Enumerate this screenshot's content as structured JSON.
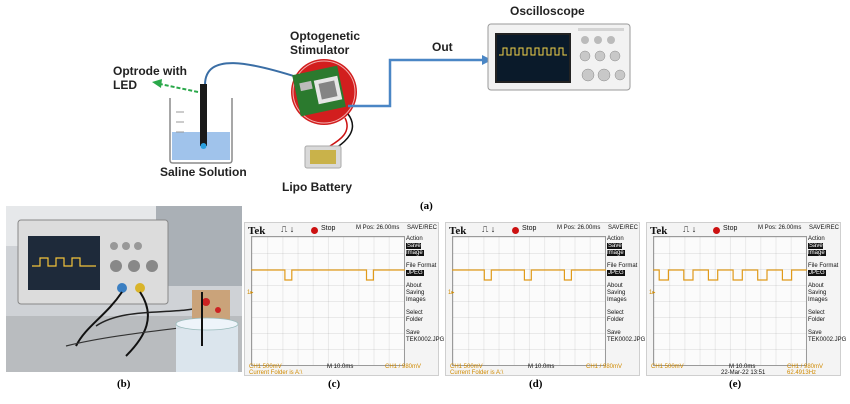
{
  "panel_a": {
    "labels": {
      "optrode": "Optrode with LED",
      "saline": "Saline Solution",
      "stimulator": "Optogenetic Stimulator",
      "battery": "Lipo Battery",
      "out": "Out",
      "oscilloscope": "Oscilloscope"
    },
    "caption": "(a)"
  },
  "captions": {
    "b": "(b)",
    "c": "(c)",
    "d": "(d)",
    "e": "(e)"
  },
  "colors": {
    "cable": "#3a6ea5",
    "arrow": "#4a86c5",
    "trace": "#e09a1a",
    "liquid": "#8fb8e8",
    "led": "#2aa84a",
    "stimulator": "#d21e1e"
  },
  "scopes": [
    {
      "id": "c",
      "brand": "Tek",
      "status": "Stop",
      "mpos": "M Pos: 26.00ms",
      "mode": "SAVE/REC",
      "menu": [
        "Action",
        "Save Image",
        "File Format",
        "JPEG",
        "About Saving Images",
        "Select Folder",
        "Save TEK0002.JPG"
      ],
      "ch1": "CH1  500mV",
      "time": "M 10.0ms",
      "trig": "CH1  /  980mV",
      "footer1": "Current Folder is A:\\",
      "footer2": "",
      "pulse_starts": [
        0.22,
        0.75
      ],
      "pulse_width": 0.045
    },
    {
      "id": "d",
      "brand": "Tek",
      "status": "Stop",
      "mpos": "M Pos: 26.00ms",
      "mode": "SAVE/REC",
      "menu": [
        "Action",
        "Save Image",
        "File Format",
        "JPEG",
        "About Saving Images",
        "Select Folder",
        "Save TEK0002.JPG"
      ],
      "ch1": "CH1  500mV",
      "time": "M 10.0ms",
      "trig": "CH1  /  980mV",
      "footer1": "Current Folder is A:\\",
      "footer2": "",
      "pulse_starts": [
        0.21,
        0.47,
        0.73
      ],
      "pulse_width": 0.045
    },
    {
      "id": "e",
      "brand": "Tek",
      "status": "Stop",
      "mpos": "M Pos: 26.00ms",
      "mode": "SAVE/REC",
      "menu": [
        "Action",
        "Save Image",
        "File Format",
        "JPEG",
        "About Saving Images",
        "Select Folder",
        "Save TEK0002.JPG"
      ],
      "ch1": "CH1  500mV",
      "time": "M 10.0ms",
      "trig": "CH1  /  980mV",
      "footer1": "22-Mar-22 13:51",
      "footer2": "62.4913Hz",
      "pulse_starts": [
        0.04,
        0.2,
        0.36,
        0.52,
        0.68,
        0.84
      ],
      "pulse_width": 0.06
    }
  ]
}
